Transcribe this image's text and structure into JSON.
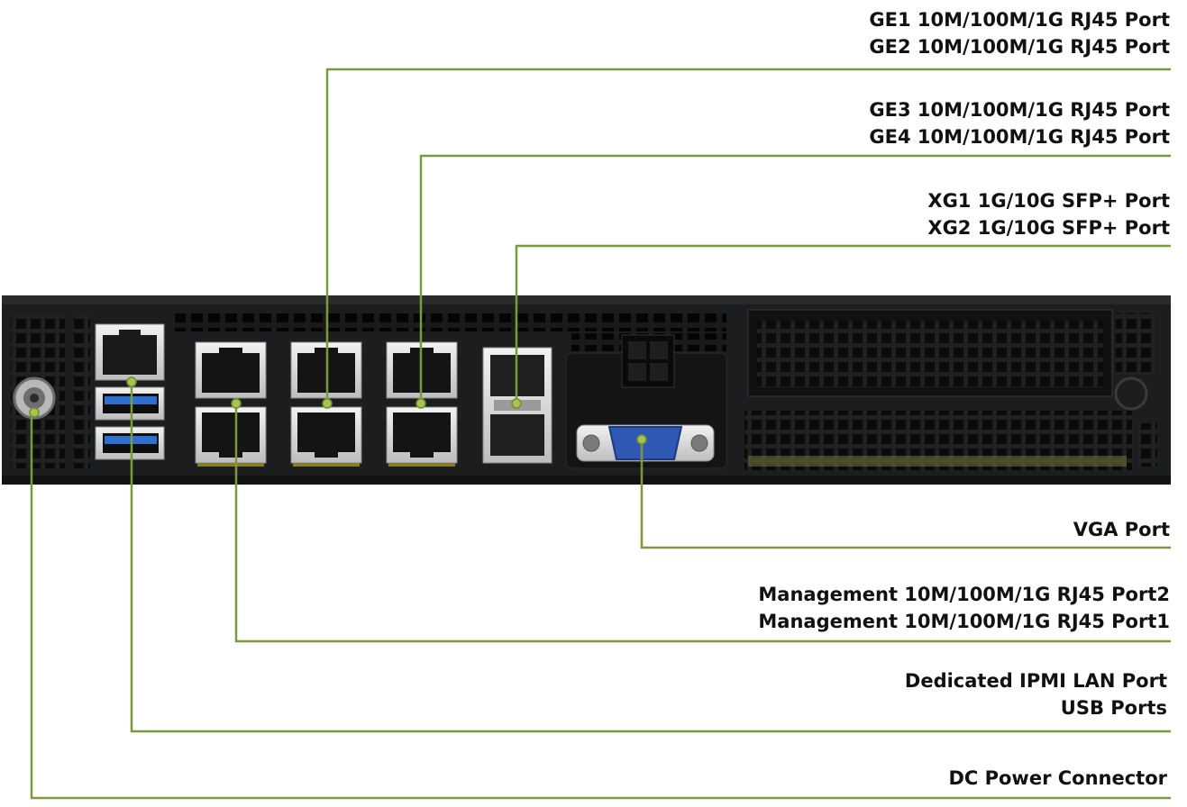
{
  "labels": {
    "ge1": "GE1 10M/100M/1G RJ45 Port",
    "ge2": "GE2 10M/100M/1G RJ45 Port",
    "ge3": "GE3 10M/100M/1G RJ45 Port",
    "ge4": "GE4 10M/100M/1G RJ45 Port",
    "xg1": "XG1 1G/10G SFP+ Port",
    "xg2": "XG2 1G/10G SFP+ Port",
    "vga": "VGA Port",
    "mgmt2": "Management 10M/100M/1G RJ45 Port2",
    "mgmt1": "Management 10M/100M/1G RJ45 Port1",
    "ipmi": "Dedicated IPMI LAN Port",
    "usb": "USB Ports",
    "dc": "DC Power Connector"
  },
  "colors": {
    "leader_line": "#7a9a3c",
    "chassis": "#1c1d1f",
    "vga_connector": "#2f57b4",
    "usb_insert": "#2f6fd0"
  }
}
